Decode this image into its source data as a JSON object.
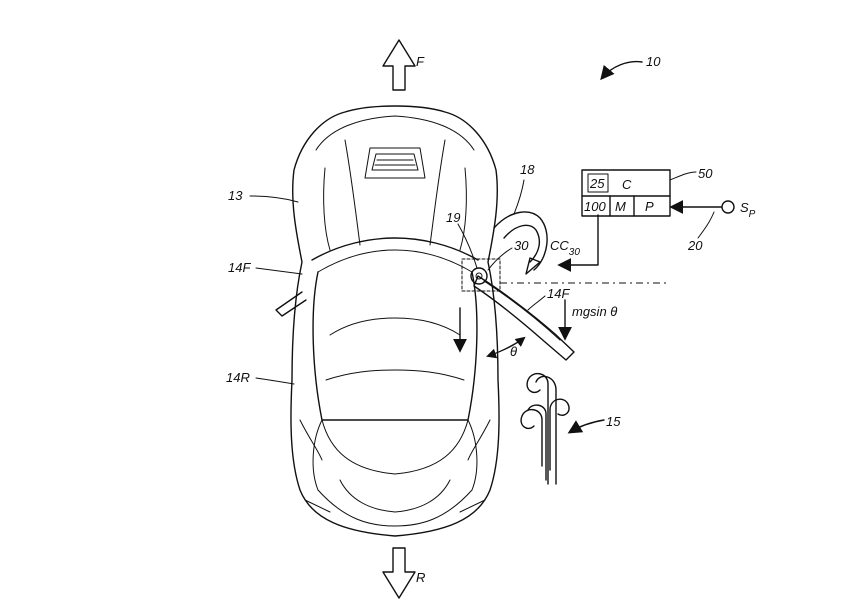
{
  "labels": {
    "front": "F",
    "rear": "R",
    "system": "10",
    "vehicle": "13",
    "front_door_left": "14F",
    "rear_left": "14R",
    "front_door_right": "14F",
    "occupants": "15",
    "gesture_path": "18",
    "sensor": "19",
    "controller": "20",
    "actuator": "30",
    "module": "50",
    "control_command": "CC",
    "control_command_sub": "30",
    "force": "mgsin θ",
    "angle": "θ",
    "sp_main": "S",
    "sp_sub": "P"
  },
  "module_box": {
    "top_num": "25",
    "top_letter": "C",
    "bottom_num": "100",
    "bottom_m": "M",
    "bottom_p": "P"
  }
}
